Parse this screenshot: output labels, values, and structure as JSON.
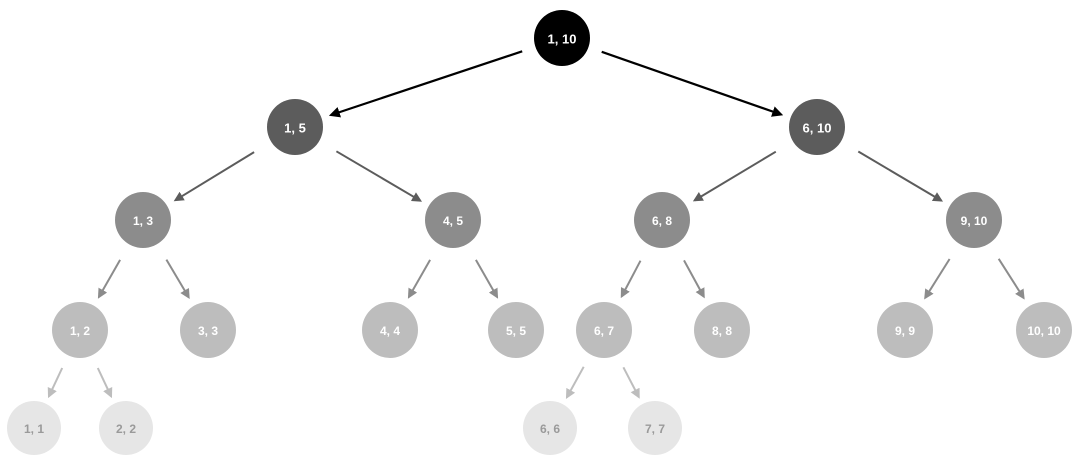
{
  "diagram": {
    "type": "binary-tree",
    "colors": {
      "level_fill": [
        "#000000",
        "#5c5c5c",
        "#8c8c8c",
        "#bdbdbd",
        "#e6e6e6"
      ],
      "level_text": [
        "#ffffff",
        "#ffffff",
        "#ffffff",
        "#ffffff",
        "#9a9a9a"
      ],
      "level_edge": [
        "#000000",
        "#5c5c5c",
        "#8c8c8c",
        "#bdbdbd"
      ]
    },
    "nodes": [
      {
        "id": "n1-10",
        "label": "1, 10",
        "level": 0
      },
      {
        "id": "n1-5",
        "label": "1, 5",
        "level": 1
      },
      {
        "id": "n6-10",
        "label": "6, 10",
        "level": 1
      },
      {
        "id": "n1-3",
        "label": "1, 3",
        "level": 2
      },
      {
        "id": "n4-5",
        "label": "4, 5",
        "level": 2
      },
      {
        "id": "n6-8",
        "label": "6, 8",
        "level": 2
      },
      {
        "id": "n9-10",
        "label": "9, 10",
        "level": 2
      },
      {
        "id": "n1-2",
        "label": "1, 2",
        "level": 3
      },
      {
        "id": "n3-3",
        "label": "3, 3",
        "level": 3
      },
      {
        "id": "n4-4",
        "label": "4, 4",
        "level": 3
      },
      {
        "id": "n5-5",
        "label": "5, 5",
        "level": 3
      },
      {
        "id": "n6-7",
        "label": "6, 7",
        "level": 3
      },
      {
        "id": "n8-8",
        "label": "8, 8",
        "level": 3
      },
      {
        "id": "n9-9",
        "label": "9, 9",
        "level": 3
      },
      {
        "id": "n10-10",
        "label": "10, 10",
        "level": 3
      },
      {
        "id": "n1-1",
        "label": "1, 1",
        "level": 4
      },
      {
        "id": "n2-2",
        "label": "2, 2",
        "level": 4
      },
      {
        "id": "n6-6",
        "label": "6, 6",
        "level": 4
      },
      {
        "id": "n7-7",
        "label": "7, 7",
        "level": 4
      }
    ],
    "edges": [
      {
        "from": "n1-10",
        "to": "n1-5"
      },
      {
        "from": "n1-10",
        "to": "n6-10"
      },
      {
        "from": "n1-5",
        "to": "n1-3"
      },
      {
        "from": "n1-5",
        "to": "n4-5"
      },
      {
        "from": "n6-10",
        "to": "n6-8"
      },
      {
        "from": "n6-10",
        "to": "n9-10"
      },
      {
        "from": "n1-3",
        "to": "n1-2"
      },
      {
        "from": "n1-3",
        "to": "n3-3"
      },
      {
        "from": "n4-5",
        "to": "n4-4"
      },
      {
        "from": "n4-5",
        "to": "n5-5"
      },
      {
        "from": "n6-8",
        "to": "n6-7"
      },
      {
        "from": "n6-8",
        "to": "n8-8"
      },
      {
        "from": "n9-10",
        "to": "n9-9"
      },
      {
        "from": "n9-10",
        "to": "n10-10"
      },
      {
        "from": "n1-2",
        "to": "n1-1"
      },
      {
        "from": "n1-2",
        "to": "n2-2"
      },
      {
        "from": "n6-7",
        "to": "n6-6"
      },
      {
        "from": "n6-7",
        "to": "n7-7"
      }
    ]
  }
}
